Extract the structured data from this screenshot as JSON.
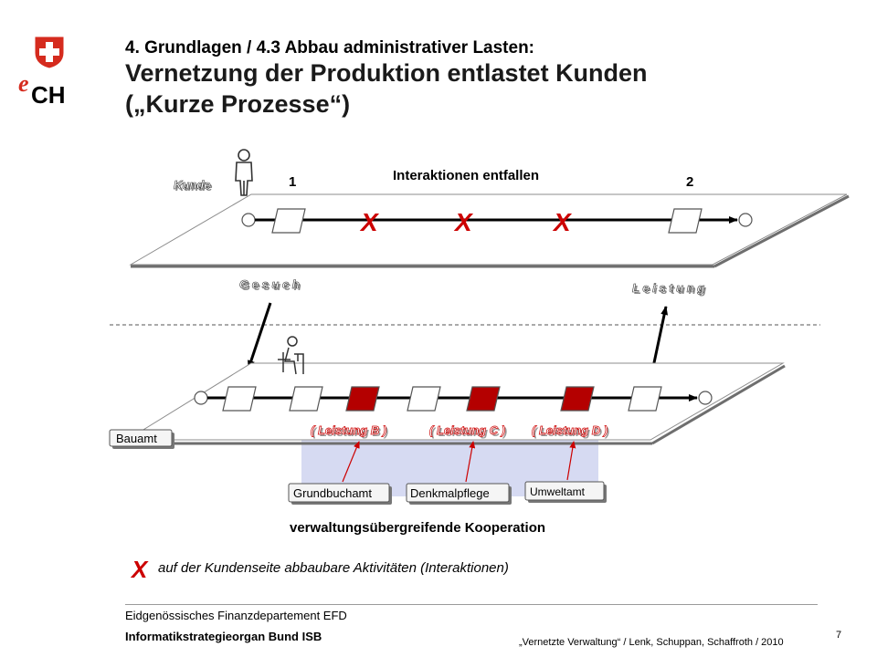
{
  "header": {
    "subtitle": "4. Grundlagen / 4.3 Abbau administrativer Lasten:",
    "title_line1": "Vernetzung der Produktion entlastet Kunden",
    "title_line2": "(„Kurze Prozesse“)"
  },
  "logo": {
    "ech": "CH",
    "ech_prefix": "e"
  },
  "diagram": {
    "kunde_label": "Kunde",
    "step1": "1",
    "step2": "2",
    "interaktionen": "Interaktionen entfallen",
    "x_mark": "X",
    "gesuch": "G e s u c h",
    "leistung": "L e i s t u n g",
    "bauamt": "Bauamt",
    "leistung_b": "( Leistung B )",
    "leistung_c": "( Leistung C )",
    "leistung_d": "( Leistung D )",
    "grundbuchamt": "Grundbuchamt",
    "denkmalpflege": "Denkmalpflege",
    "umweltamt": "Umweltamt",
    "kooperation": "verwaltungsübergreifende Kooperation",
    "legend_text": "auf der Kundenseite abbaubare Aktivitäten (Interaktionen)"
  },
  "colors": {
    "red_box": "#b40000",
    "red_x": "#cc0000",
    "blue_highlight": "#d6daf2"
  },
  "footer": {
    "department": "Eidgenössisches Finanzdepartement EFD",
    "organ": "Informatikstrategieorgan Bund ISB",
    "citation": "„Vernetzte Verwaltung“ / Lenk, Schuppan, Schaffroth / 2010",
    "page": "7"
  }
}
